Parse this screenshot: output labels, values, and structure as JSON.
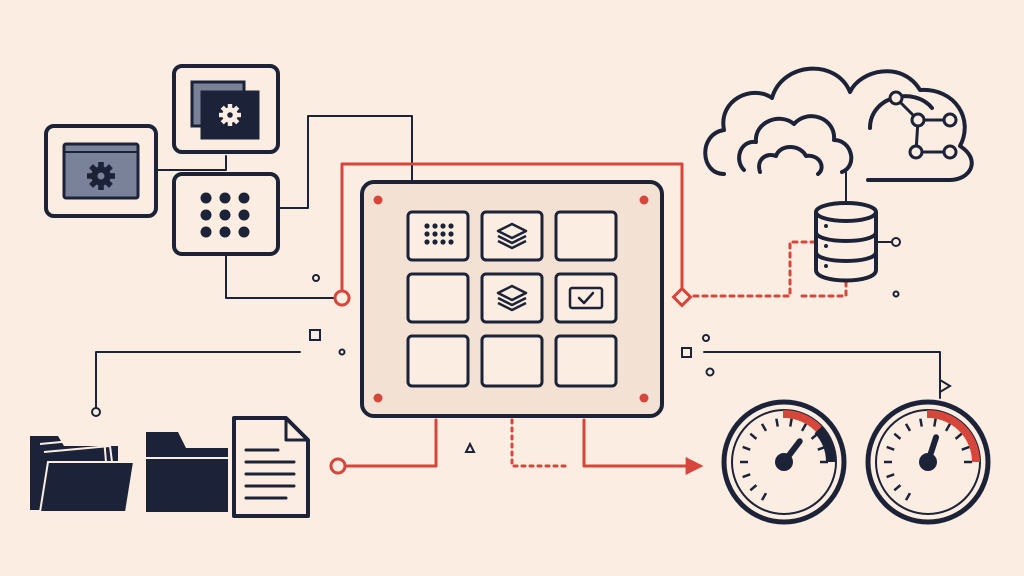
{
  "colors": {
    "background": "#fbede1",
    "ink": "#1c2338",
    "accent": "#d7463a",
    "panel_fill": "#f3e2d4",
    "tile_fill": "#fbede1",
    "icon_fill": "#1c2338",
    "screen_fill": "#7a8299"
  },
  "diagram": {
    "nodes": [
      {
        "id": "app-window-gear",
        "icon": "gear-window-icon"
      },
      {
        "id": "app-window-stack-gear",
        "icon": "stacked-gear-window-icon"
      },
      {
        "id": "dot-grid-hub",
        "icon": "dot-grid-icon"
      },
      {
        "id": "central-dashboard-panel",
        "icon": "dashboard-panel",
        "tiles": 9
      },
      {
        "id": "cloud-network",
        "icon": "cloud-network-icon"
      },
      {
        "id": "database",
        "icon": "database-icon"
      },
      {
        "id": "folders-and-document",
        "icon": "folder-document-icons"
      },
      {
        "id": "gauge-left",
        "icon": "gauge-icon",
        "level": 0.78
      },
      {
        "id": "gauge-right",
        "icon": "gauge-icon",
        "level": 0.7
      }
    ],
    "connectors": [
      {
        "from": "dot-grid-hub",
        "to": "central-dashboard-panel",
        "style": "solid",
        "color": "ink"
      },
      {
        "from": "central-dashboard-panel",
        "to": "database",
        "style": "dashed",
        "color": "accent"
      },
      {
        "from": "central-dashboard-panel",
        "to": "gauge-left",
        "style": "solid-arrow",
        "color": "accent"
      },
      {
        "from": "folders-and-document",
        "to": "central-dashboard-panel",
        "style": "solid",
        "color": "accent"
      },
      {
        "from": "folders-and-document",
        "to": "central-dashboard-panel",
        "style": "solid",
        "color": "ink"
      },
      {
        "from": "central-dashboard-panel",
        "to": "gauge-right",
        "style": "solid",
        "color": "ink"
      }
    ]
  }
}
